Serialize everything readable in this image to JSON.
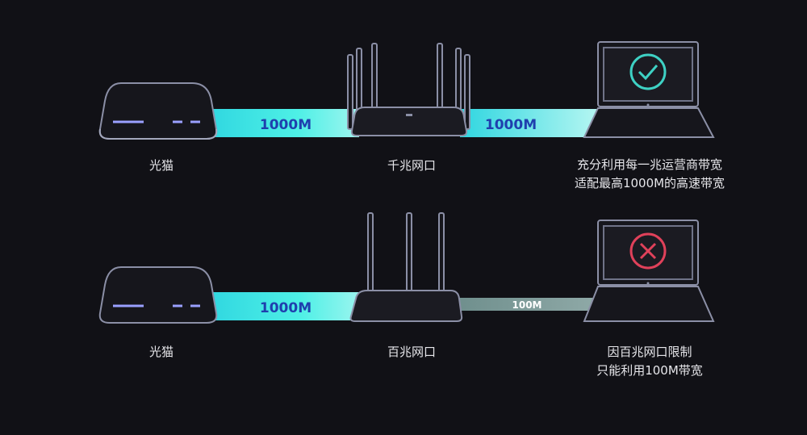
{
  "top_row": {
    "modem_label": "光猫",
    "link1_speed": "1000M",
    "router_label": "千兆网口",
    "link2_speed": "1000M",
    "caption_line1": "充分利用每一兆运营商带宽",
    "caption_line2": "适配最高1000M的高速带宽",
    "status_icon": "check-circle-icon"
  },
  "bottom_row": {
    "modem_label": "光猫",
    "link1_speed": "1000M",
    "router_label": "百兆网口",
    "link2_speed": "100M",
    "caption_line1": "因百兆网口限制",
    "caption_line2": "只能利用100M带宽",
    "status_icon": "x-circle-icon"
  },
  "colors": {
    "background": "#111116",
    "fast_link": "#3fe0e0",
    "slow_link": "#7a9a98",
    "device_outline": "#8b8fa6",
    "ok": "#3ed1c4",
    "error": "#e0415a"
  }
}
